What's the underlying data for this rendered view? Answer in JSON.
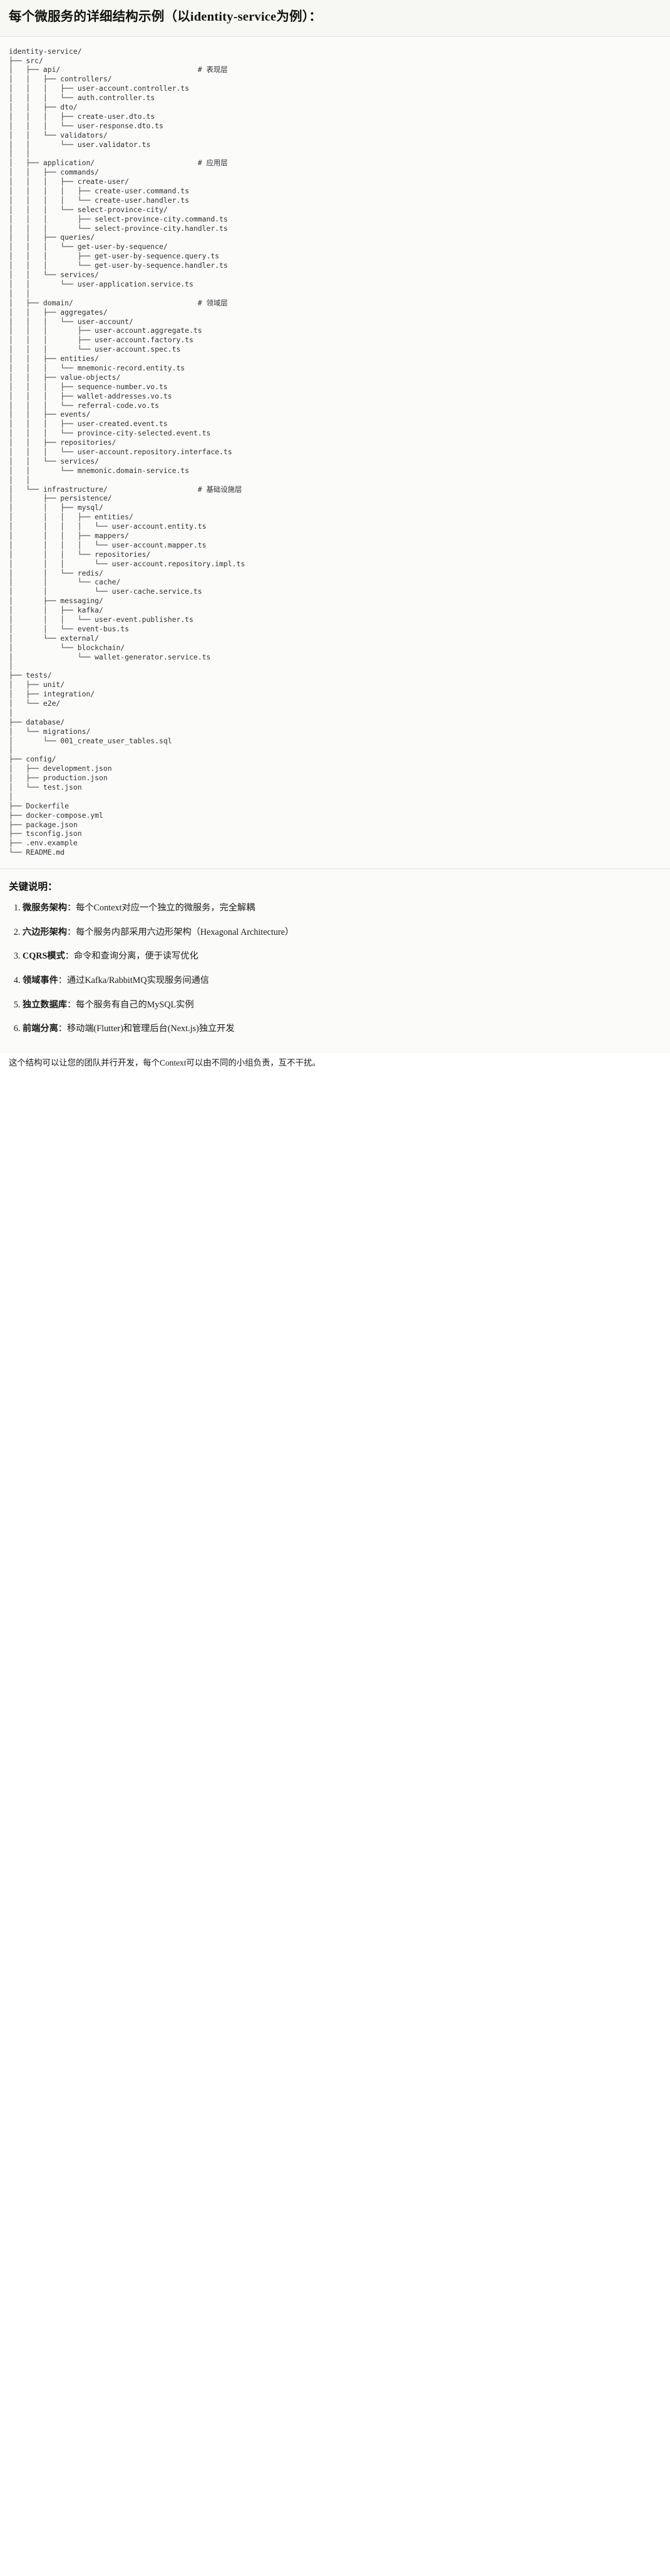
{
  "heading": {
    "text": "每个微服务的详细结构示例（以identity-service为例）："
  },
  "tree": {
    "root_label": "identity-service/",
    "lines": [
      {
        "text": "identity-service/",
        "comment": ""
      },
      {
        "text": "├── src/",
        "comment": ""
      },
      {
        "text": "│   ├── api/",
        "comment": "# 表现层"
      },
      {
        "text": "│   │   ├── controllers/",
        "comment": ""
      },
      {
        "text": "│   │   │   ├── user-account.controller.ts",
        "comment": ""
      },
      {
        "text": "│   │   │   └── auth.controller.ts",
        "comment": ""
      },
      {
        "text": "│   │   ├── dto/",
        "comment": ""
      },
      {
        "text": "│   │   │   ├── create-user.dto.ts",
        "comment": ""
      },
      {
        "text": "│   │   │   └── user-response.dto.ts",
        "comment": ""
      },
      {
        "text": "│   │   └── validators/",
        "comment": ""
      },
      {
        "text": "│   │       └── user.validator.ts",
        "comment": ""
      },
      {
        "text": "│   │",
        "comment": ""
      },
      {
        "text": "│   ├── application/",
        "comment": "# 应用层"
      },
      {
        "text": "│   │   ├── commands/",
        "comment": ""
      },
      {
        "text": "│   │   │   ├── create-user/",
        "comment": ""
      },
      {
        "text": "│   │   │   │   ├── create-user.command.ts",
        "comment": ""
      },
      {
        "text": "│   │   │   │   └── create-user.handler.ts",
        "comment": ""
      },
      {
        "text": "│   │   │   └── select-province-city/",
        "comment": ""
      },
      {
        "text": "│   │   │       ├── select-province-city.command.ts",
        "comment": ""
      },
      {
        "text": "│   │   │       └── select-province-city.handler.ts",
        "comment": ""
      },
      {
        "text": "│   │   ├── queries/",
        "comment": ""
      },
      {
        "text": "│   │   │   └── get-user-by-sequence/",
        "comment": ""
      },
      {
        "text": "│   │   │       ├── get-user-by-sequence.query.ts",
        "comment": ""
      },
      {
        "text": "│   │   │       └── get-user-by-sequence.handler.ts",
        "comment": ""
      },
      {
        "text": "│   │   └── services/",
        "comment": ""
      },
      {
        "text": "│   │       └── user-application.service.ts",
        "comment": ""
      },
      {
        "text": "│   │",
        "comment": ""
      },
      {
        "text": "│   ├── domain/",
        "comment": "# 领域层"
      },
      {
        "text": "│   │   ├── aggregates/",
        "comment": ""
      },
      {
        "text": "│   │   │   └── user-account/",
        "comment": ""
      },
      {
        "text": "│   │   │       ├── user-account.aggregate.ts",
        "comment": ""
      },
      {
        "text": "│   │   │       ├── user-account.factory.ts",
        "comment": ""
      },
      {
        "text": "│   │   │       └── user-account.spec.ts",
        "comment": ""
      },
      {
        "text": "│   │   ├── entities/",
        "comment": ""
      },
      {
        "text": "│   │   │   └── mnemonic-record.entity.ts",
        "comment": ""
      },
      {
        "text": "│   │   ├── value-objects/",
        "comment": ""
      },
      {
        "text": "│   │   │   ├── sequence-number.vo.ts",
        "comment": ""
      },
      {
        "text": "│   │   │   ├── wallet-addresses.vo.ts",
        "comment": ""
      },
      {
        "text": "│   │   │   └── referral-code.vo.ts",
        "comment": ""
      },
      {
        "text": "│   │   ├── events/",
        "comment": ""
      },
      {
        "text": "│   │   │   ├── user-created.event.ts",
        "comment": ""
      },
      {
        "text": "│   │   │   └── province-city-selected.event.ts",
        "comment": ""
      },
      {
        "text": "│   │   ├── repositories/",
        "comment": ""
      },
      {
        "text": "│   │   │   └── user-account.repository.interface.ts",
        "comment": ""
      },
      {
        "text": "│   │   └── services/",
        "comment": ""
      },
      {
        "text": "│   │       └── mnemonic.domain-service.ts",
        "comment": ""
      },
      {
        "text": "│   │",
        "comment": ""
      },
      {
        "text": "│   └── infrastructure/",
        "comment": "# 基础设施层"
      },
      {
        "text": "│       ├── persistence/",
        "comment": ""
      },
      {
        "text": "│       │   ├── mysql/",
        "comment": ""
      },
      {
        "text": "│       │   │   ├── entities/",
        "comment": ""
      },
      {
        "text": "│       │   │   │   └── user-account.entity.ts",
        "comment": ""
      },
      {
        "text": "│       │   │   ├── mappers/",
        "comment": ""
      },
      {
        "text": "│       │   │   │   └── user-account.mapper.ts",
        "comment": ""
      },
      {
        "text": "│       │   │   └── repositories/",
        "comment": ""
      },
      {
        "text": "│       │   │       └── user-account.repository.impl.ts",
        "comment": ""
      },
      {
        "text": "│       │   └── redis/",
        "comment": ""
      },
      {
        "text": "│       │       └── cache/",
        "comment": ""
      },
      {
        "text": "│       │           └── user-cache.service.ts",
        "comment": ""
      },
      {
        "text": "│       ├── messaging/",
        "comment": ""
      },
      {
        "text": "│       │   ├── kafka/",
        "comment": ""
      },
      {
        "text": "│       │   │   └── user-event.publisher.ts",
        "comment": ""
      },
      {
        "text": "│       │   └── event-bus.ts",
        "comment": ""
      },
      {
        "text": "│       └── external/",
        "comment": ""
      },
      {
        "text": "│           └── blockchain/",
        "comment": ""
      },
      {
        "text": "│               └── wallet-generator.service.ts",
        "comment": ""
      },
      {
        "text": "│",
        "comment": ""
      },
      {
        "text": "├── tests/",
        "comment": ""
      },
      {
        "text": "│   ├── unit/",
        "comment": ""
      },
      {
        "text": "│   ├── integration/",
        "comment": ""
      },
      {
        "text": "│   └── e2e/",
        "comment": ""
      },
      {
        "text": "│",
        "comment": ""
      },
      {
        "text": "├── database/",
        "comment": ""
      },
      {
        "text": "│   └── migrations/",
        "comment": ""
      },
      {
        "text": "│       └── 001_create_user_tables.sql",
        "comment": ""
      },
      {
        "text": "│",
        "comment": ""
      },
      {
        "text": "├── config/",
        "comment": ""
      },
      {
        "text": "│   ├── development.json",
        "comment": ""
      },
      {
        "text": "│   ├── production.json",
        "comment": ""
      },
      {
        "text": "│   └── test.json",
        "comment": ""
      },
      {
        "text": "│",
        "comment": ""
      },
      {
        "text": "├── Dockerfile",
        "comment": ""
      },
      {
        "text": "├── docker-compose.yml",
        "comment": ""
      },
      {
        "text": "├── package.json",
        "comment": ""
      },
      {
        "text": "├── tsconfig.json",
        "comment": ""
      },
      {
        "text": "├── .env.example",
        "comment": ""
      },
      {
        "text": "└── README.md",
        "comment": ""
      }
    ],
    "comment_column": 44
  },
  "notes": {
    "title": "关键说明：",
    "items": [
      {
        "term": "微服务架构",
        "sep": "：",
        "body": "每个Context对应一个独立的微服务，完全解耦"
      },
      {
        "term": "六边形架构",
        "sep": "：",
        "body": "每个服务内部采用六边形架构（Hexagonal Architecture）"
      },
      {
        "term": "CQRS模式",
        "sep": "：",
        "body": "命令和查询分离，便于读写优化"
      },
      {
        "term": "领域事件",
        "sep": "：",
        "body": "通过Kafka/RabbitMQ实现服务间通信"
      },
      {
        "term": "独立数据库",
        "sep": "：",
        "body": "每个服务有自己的MySQL实例"
      },
      {
        "term": "前端分离",
        "sep": "：",
        "body": "移动端(Flutter)和管理后台(Next.js)独立开发"
      }
    ],
    "closing": "这个结构可以让您的团队并行开发，每个Context可以由不同的小组负责，互不干扰。"
  },
  "colors": {
    "page_bg": "#ffffff",
    "code_bg": "#fbfbfa",
    "heading_bg": "#f7f7f4",
    "rule": "#e3e3df",
    "text": "#1a1a1a",
    "code_text": "#2c3033"
  }
}
